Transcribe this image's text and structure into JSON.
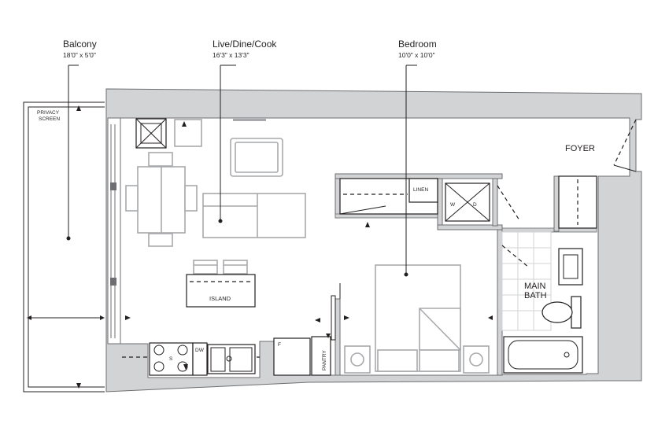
{
  "rooms": {
    "balcony": {
      "name": "Balcony",
      "dims": "18'0\" x 5'0\""
    },
    "live_dine_cook": {
      "name": "Live/Dine/Cook",
      "dims": "16'3\" x 13'3\""
    },
    "bedroom": {
      "name": "Bedroom",
      "dims": "10'0\" x 10'0\""
    },
    "foyer": {
      "name": "FOYER"
    },
    "main_bath": {
      "line1": "MAIN",
      "line2": "BATH"
    }
  },
  "fixtures": {
    "privacy_screen": {
      "line1": "PRIVACY",
      "line2": "SCREEN"
    },
    "island": "ISLAND",
    "linen": "LINEN",
    "washer": "W",
    "dryer": "D",
    "pantry": "PANTRY",
    "fridge": "F",
    "dishwasher": "DW",
    "stove": "S"
  },
  "colors": {
    "wall_fill": "#d1d3d4",
    "wall_stroke": "#6d6e71",
    "ink": "#231f20",
    "furniture": "#a7a9ac"
  }
}
